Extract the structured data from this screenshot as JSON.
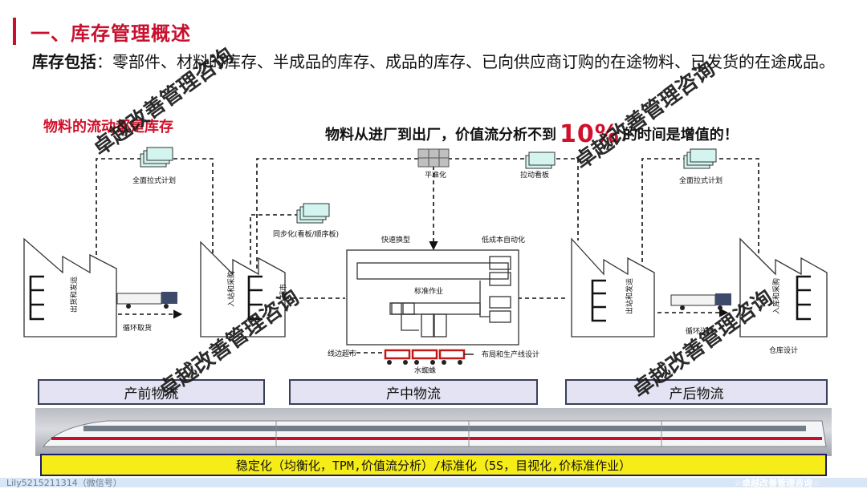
{
  "header": {
    "title": "一、库存管理概述"
  },
  "intro": {
    "label": "库存包括",
    "text": "：零部件、材料的库存、半成品的库存、成品的库存、已向供应商订购的在途物料、已发货的在途成品。"
  },
  "notes": {
    "red_note": "物料的流动都是库存",
    "headline_pre": "物料从进厂到出厂，价值流分析不到",
    "headline_pct": "10%",
    "headline_post": "的时间是增值的！"
  },
  "diagram": {
    "labels": {
      "pull_plan_left": "全面拉式计划",
      "leveling": "平准化",
      "pull_kanban": "拉动看板",
      "pull_plan_right": "全面拉式计划",
      "sync": "同步化(看板/顺序板)",
      "quick_change": "快速换型",
      "low_cost_auto": "低成本自动化",
      "std_work": "标准作业",
      "ship_left": "出货和发运",
      "receive_left": "入站和采购",
      "supermarket": "超市",
      "milk_run_left": "循环取货",
      "line_market": "线边超市",
      "water_spider": "水蜘蛛",
      "layout_design": "布局和生产线设计",
      "ship_right": "出站和发运",
      "receive_right": "入库和采购",
      "milk_run_right": "循环送货",
      "warehouse": "仓库设计"
    }
  },
  "stages": {
    "pre": "产前物流",
    "mid": "产中物流",
    "post": "产后物流"
  },
  "base": {
    "text": "稳定化（均衡化，TPM,价值流分析）/标准化（5S，目视化,价标准作业）"
  },
  "watermark": {
    "text": "卓越改善管理咨询"
  },
  "footer": {
    "left": "Lily5215211314（微信号）",
    "right": "☆卓越改善管理咨询☆"
  },
  "colors": {
    "accent": "#c8102e",
    "highlight": "#f6ec17",
    "stage_bg": "#e3e3f3"
  }
}
